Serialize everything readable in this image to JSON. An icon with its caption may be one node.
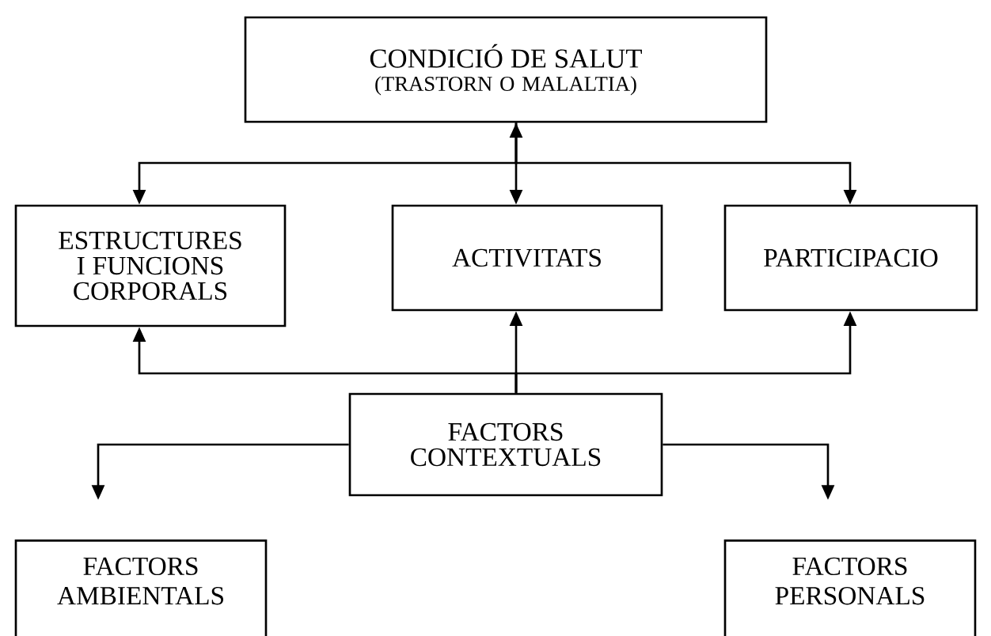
{
  "diagram": {
    "nodes": [
      {
        "text": [
          "CONDICIÓ DE SALUT",
          "(TRASTORN O MALALTIA)"
        ]
      },
      {
        "text": [
          "ESTRUCTURES I FUNCIONS CORPORALS"
        ]
      },
      {
        "text": [
          "ACTIVITATS"
        ]
      },
      {
        "text": [
          "PARTICIPACIO"
        ]
      },
      {
        "text": [
          "FACTORS CONTEXTUALS"
        ]
      },
      {
        "text": [
          "FACTORS AMBIENTALS"
        ]
      },
      {
        "text": [
          "FACTORS PERSONALS"
        ]
      }
    ],
    "edges": [
      {
        "from": 0,
        "to": 1,
        "arrow": "to"
      },
      {
        "from": 0,
        "to": 2,
        "arrow": "both"
      },
      {
        "from": 0,
        "to": 3,
        "arrow": "to"
      },
      {
        "from": 4,
        "to": 1,
        "arrow": "to"
      },
      {
        "from": 4,
        "to": 2,
        "arrow": "to"
      },
      {
        "from": 4,
        "to": 3,
        "arrow": "to"
      },
      {
        "from": 4,
        "to": 5,
        "arrow": "to"
      },
      {
        "from": 4,
        "to": 6,
        "arrow": "to"
      }
    ]
  }
}
